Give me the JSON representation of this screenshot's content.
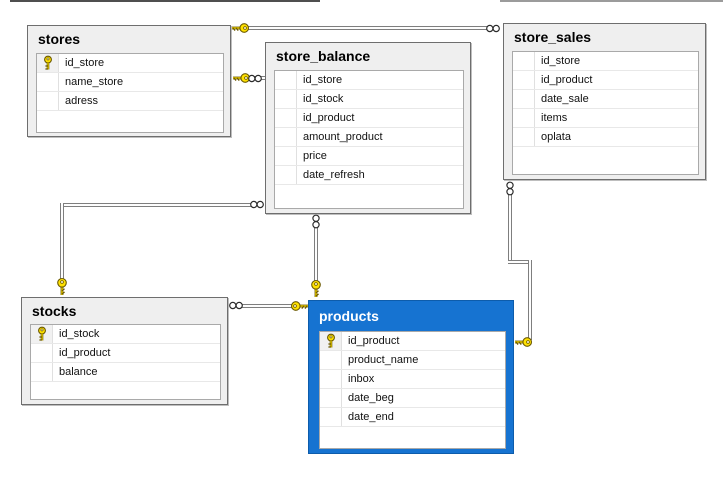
{
  "diagram": {
    "kind": "database-relationship-diagram",
    "colors": {
      "selection_blue": "#1673d1",
      "table_header_bg": "#efefef",
      "table_border": "#6e6e6e",
      "key_yellow": "#ffe100",
      "connector_gray": "#7e7e7e"
    }
  },
  "tables": [
    {
      "name": "stores",
      "selected": false,
      "columns": [
        {
          "name": "id_store",
          "primary_key": true
        },
        {
          "name": "name_store",
          "primary_key": false
        },
        {
          "name": "adress",
          "primary_key": false
        }
      ]
    },
    {
      "name": "store_balance",
      "selected": false,
      "columns": [
        {
          "name": "id_store",
          "primary_key": false
        },
        {
          "name": "id_stock",
          "primary_key": false
        },
        {
          "name": "id_product",
          "primary_key": false
        },
        {
          "name": "amount_product",
          "primary_key": false
        },
        {
          "name": "price",
          "primary_key": false
        },
        {
          "name": "date_refresh",
          "primary_key": false
        }
      ]
    },
    {
      "name": "store_sales",
      "selected": false,
      "columns": [
        {
          "name": "id_store",
          "primary_key": false
        },
        {
          "name": "id_product",
          "primary_key": false
        },
        {
          "name": "date_sale",
          "primary_key": false
        },
        {
          "name": "items",
          "primary_key": false
        },
        {
          "name": "oplata",
          "primary_key": false
        }
      ]
    },
    {
      "name": "stocks",
      "selected": false,
      "columns": [
        {
          "name": "id_stock",
          "primary_key": true
        },
        {
          "name": "id_product",
          "primary_key": false
        },
        {
          "name": "balance",
          "primary_key": false
        }
      ]
    },
    {
      "name": "products",
      "selected": true,
      "columns": [
        {
          "name": "id_product",
          "primary_key": true
        },
        {
          "name": "product_name",
          "primary_key": false
        },
        {
          "name": "inbox",
          "primary_key": false
        },
        {
          "name": "date_beg",
          "primary_key": false
        },
        {
          "name": "date_end",
          "primary_key": false
        }
      ]
    }
  ],
  "relationships": [
    {
      "one_side": "stores",
      "many_side": "store_sales",
      "one_symbol": "key",
      "many_symbol": "infinity"
    },
    {
      "one_side": "stores",
      "many_side": "store_balance",
      "one_symbol": "key",
      "many_symbol": "infinity"
    },
    {
      "one_side": "stocks",
      "many_side": "store_balance",
      "one_symbol": "key",
      "many_symbol": "infinity"
    },
    {
      "one_side": "products",
      "many_side": "store_balance",
      "one_symbol": "key",
      "many_symbol": "infinity"
    },
    {
      "one_side": "products",
      "many_side": "stocks",
      "one_symbol": "key",
      "many_symbol": "infinity"
    },
    {
      "one_side": "products",
      "many_side": "store_sales",
      "one_symbol": "key",
      "many_symbol": "infinity"
    }
  ]
}
